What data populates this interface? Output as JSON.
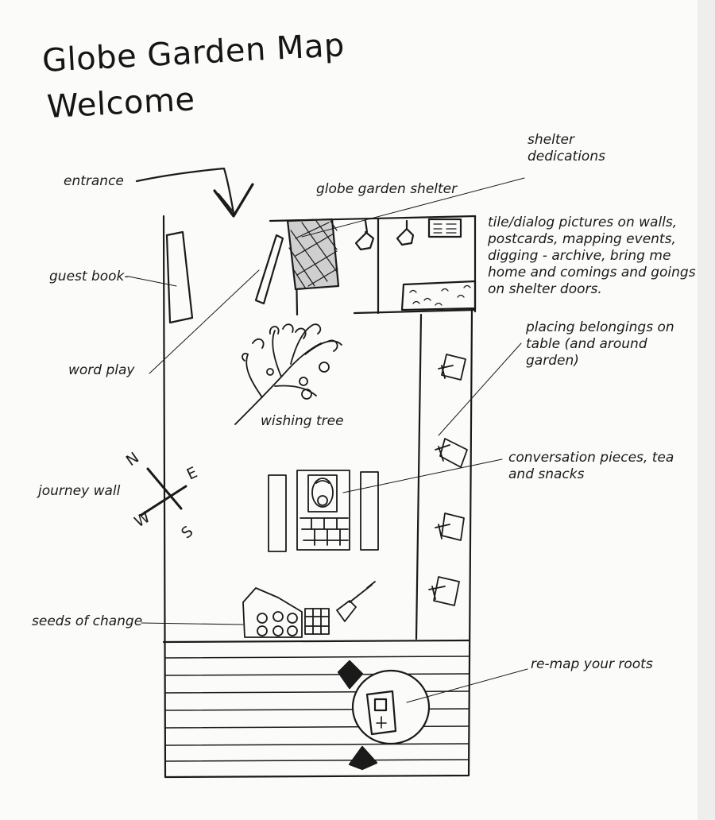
{
  "title_line1": "Globe Garden Map",
  "title_line2": "Welcome",
  "compass": {
    "n": "N",
    "e": "E",
    "s": "S",
    "w": "W"
  },
  "labels": {
    "entrance": "entrance",
    "shelter_dedications": "shelter dedications",
    "globe_garden_shelter": "globe garden shelter",
    "tile_dialog": "tile/dialog pictures on walls, postcards, mapping events, digging - archive, bring me home and comings and goings on shelter doors.",
    "guest_book": "guest book-",
    "word_play": "word play",
    "placing_belongings": "placing belongings on table (and around garden)",
    "wishing_tree": "wishing tree",
    "conversation_pieces": "conversation pieces, tea and snacks",
    "journey_wall": "journey wall",
    "seeds_of_change": "seeds of change",
    "re_map_roots": "re-map your roots"
  },
  "colors": {
    "ink": "#1a1a1a",
    "paper": "#fbfbfa"
  }
}
